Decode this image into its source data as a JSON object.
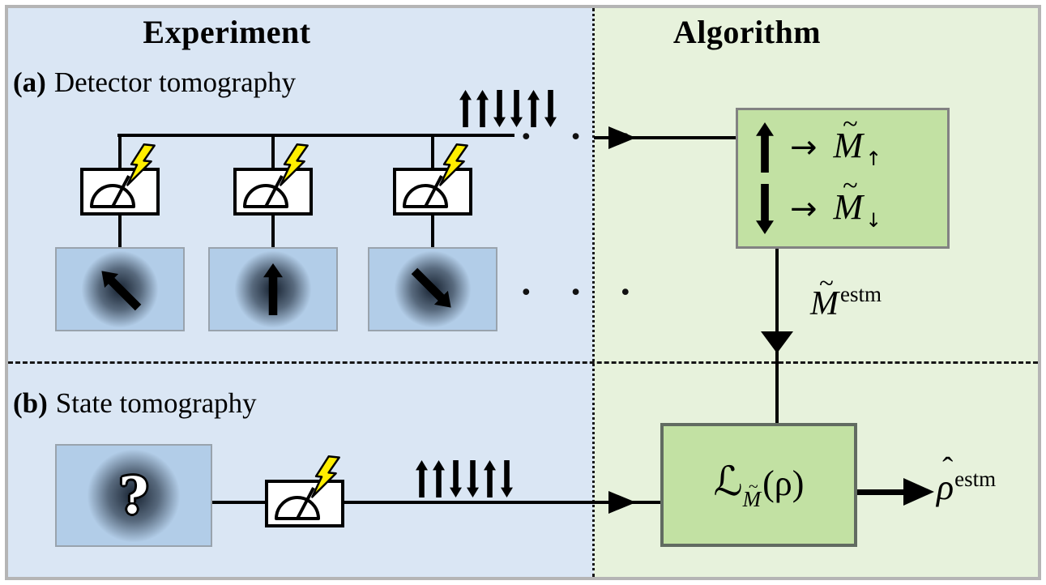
{
  "colors": {
    "experiment_panel_bg": "#dae6f4",
    "algorithm_panel_bg": "#e7f2dc",
    "state_box_bg": "#b2cde8",
    "state_box_border": "#99a3ad",
    "algo_box_bg": "#c2e1a3",
    "algo_box_border": "#828282",
    "figure_border": "#b5b5b5",
    "bolt_fill": "#ffee00",
    "ink": "#000000"
  },
  "headers": {
    "experiment": "Experiment",
    "algorithm": "Algorithm"
  },
  "section_a": {
    "tag": "(a)",
    "title": "Detector tomography"
  },
  "section_b": {
    "tag": "(b)",
    "title": "State tomography"
  },
  "spin_sequence_a": [
    "up",
    "up",
    "down",
    "down",
    "up",
    "down"
  ],
  "spin_sequence_b": [
    "up",
    "up",
    "down",
    "down",
    "up",
    "down"
  ],
  "probe_states": [
    [
      "up-left"
    ],
    [
      "up"
    ],
    [
      "down-right"
    ]
  ],
  "ellipsis": {
    "text": "· · ·"
  },
  "mapping_box": {
    "rows": [
      {
        "input": [
          "up"
        ],
        "arrow": "→",
        "out": {
          "main": "M",
          "tilde": "~",
          "sub": "↑"
        }
      },
      {
        "input": [
          "down"
        ],
        "arrow": "→",
        "out": {
          "main": "M",
          "tilde": "~",
          "sub": "↓"
        }
      }
    ]
  },
  "m_estimate": {
    "main": "M",
    "tilde": "~",
    "sup": "estm"
  },
  "likelihood": {
    "op": "ℒ",
    "sub_main": "M",
    "sub_tilde": "~",
    "args": "(ρ)"
  },
  "rho_estimate": {
    "main": "ρ",
    "hat": "ˆ",
    "sup": "estm"
  },
  "unknown_state": {
    "mark": "?"
  }
}
